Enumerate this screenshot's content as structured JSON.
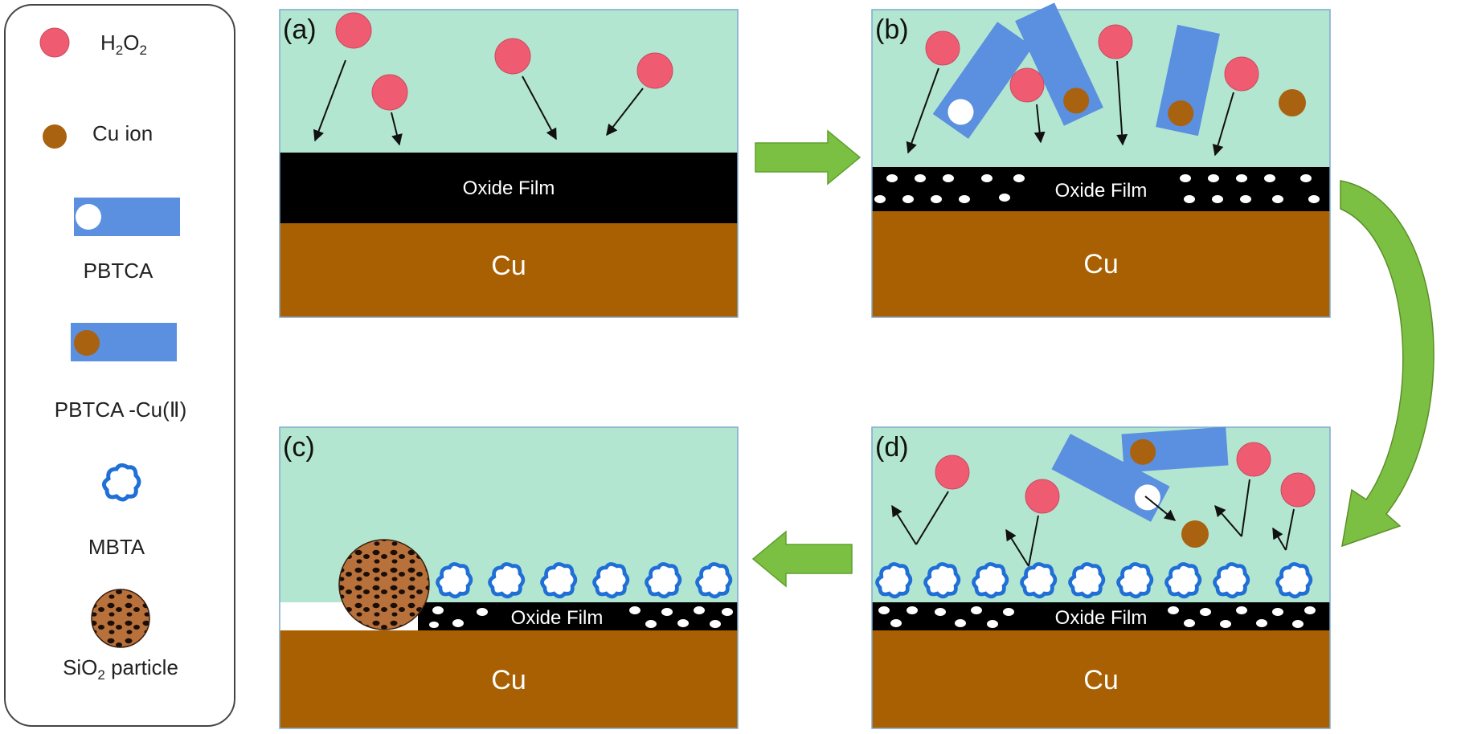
{
  "legend": {
    "h2o2": {
      "main": "H",
      "sub1": "2",
      "mid": "O",
      "sub2": "2"
    },
    "cu_ion": "Cu ion",
    "pbtca": "PBTCA",
    "pbtca_cu": "PBTCA -Cu(Ⅱ)",
    "mbta": "MBTA",
    "sio2": {
      "main": "SiO",
      "sub": "2",
      "rest": " particle"
    }
  },
  "panels": {
    "a": {
      "label": "(a)",
      "film": "Oxide Film",
      "substrate": "Cu"
    },
    "b": {
      "label": "(b)",
      "film": "Oxide Film",
      "substrate": "Cu"
    },
    "c": {
      "label": "(c)",
      "film": "Oxide Film",
      "substrate": "Cu"
    },
    "d": {
      "label": "(d)",
      "film": "Oxide Film",
      "substrate": "Cu"
    }
  },
  "colors": {
    "solution": "#b3e6d1",
    "solution_border": "#7fa8cc",
    "copper": "#a96002",
    "film": "#000000",
    "h2o2": "#ef5c72",
    "cu_ion": "#a9620f",
    "pbtca": "#5b8fe0",
    "mbta": "#1f6fd6",
    "arrow_green": "#7cc043"
  }
}
